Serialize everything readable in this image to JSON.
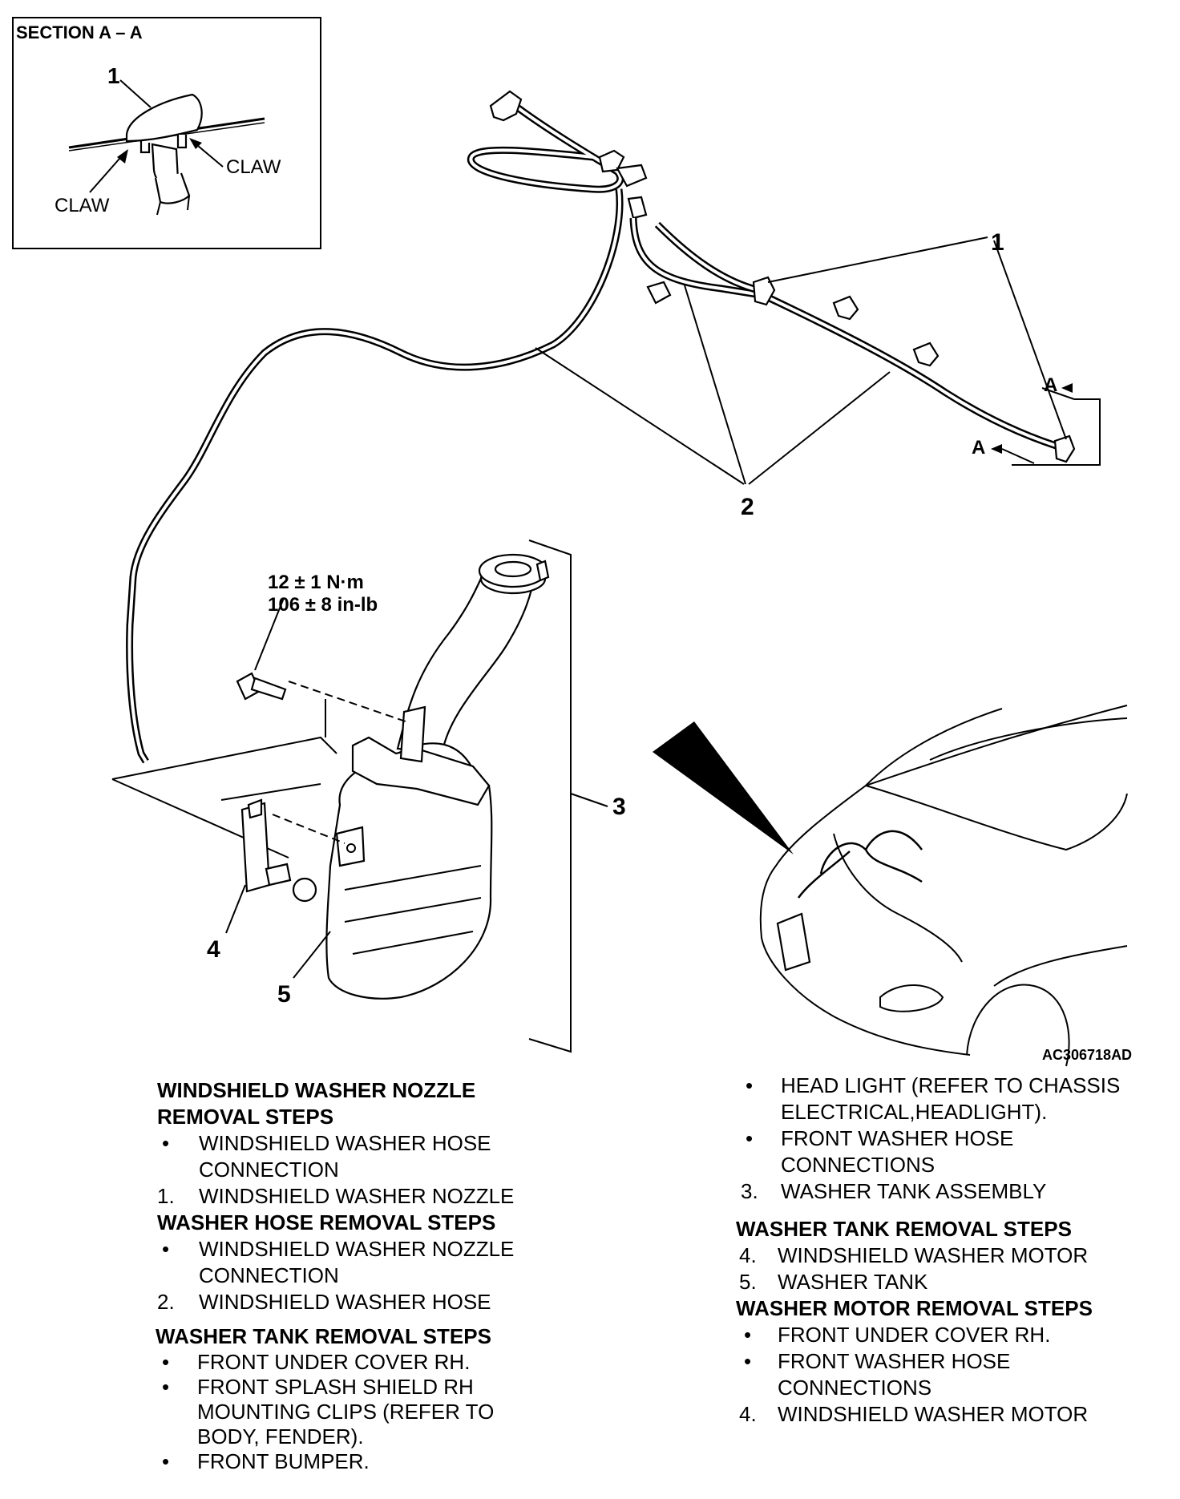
{
  "inset": {
    "title": "SECTION A – A",
    "callout": "1",
    "claw_right": "CLAW",
    "claw_left": "CLAW"
  },
  "callouts": {
    "nozzle": "1",
    "hose": "2",
    "tank_assembly": "3",
    "motor": "4",
    "tank": "5",
    "section_a_top": "A",
    "section_a_bottom": "A"
  },
  "torque": {
    "metric": "12 ± 1 N·m",
    "imperial": "106 ± 8 in-lb"
  },
  "figure_code": "AC306718AD",
  "left_column": {
    "nozzle_heading_1": "WINDSHIELD WASHER NOZZLE",
    "nozzle_heading_2": "REMOVAL STEPS",
    "nozzle_steps": [
      {
        "mark": "•",
        "lines": [
          "WINDSHIELD WASHER HOSE",
          "CONNECTION"
        ]
      },
      {
        "mark": "1.",
        "lines": [
          "WINDSHIELD WASHER NOZZLE"
        ]
      }
    ],
    "hose_heading": "WASHER HOSE REMOVAL STEPS",
    "hose_steps": [
      {
        "mark": "•",
        "lines": [
          "WINDSHIELD WASHER NOZZLE",
          "CONNECTION"
        ]
      },
      {
        "mark": "2.",
        "lines": [
          "WINDSHIELD WASHER HOSE"
        ]
      }
    ],
    "tank_heading": "WASHER TANK REMOVAL STEPS",
    "tank_steps": [
      {
        "mark": "•",
        "lines": [
          "FRONT UNDER COVER RH."
        ]
      },
      {
        "mark": "•",
        "lines": [
          "FRONT SPLASH SHIELD RH",
          "MOUNTING CLIPS (REFER TO",
          "BODY, FENDER)."
        ]
      },
      {
        "mark": "•",
        "lines": [
          "FRONT BUMPER."
        ]
      }
    ]
  },
  "right_column": {
    "cont_steps": [
      {
        "mark": "•",
        "lines": [
          "HEAD LIGHT (REFER TO CHASSIS",
          "ELECTRICAL,HEADLIGHT)."
        ]
      },
      {
        "mark": "•",
        "lines": [
          "FRONT WASHER HOSE",
          "CONNECTIONS"
        ]
      },
      {
        "mark": "3.",
        "lines": [
          "WASHER TANK ASSEMBLY"
        ]
      }
    ],
    "tank_heading": "WASHER TANK REMOVAL STEPS",
    "tank_steps": [
      {
        "mark": "4.",
        "lines": [
          "WINDSHIELD WASHER MOTOR"
        ]
      },
      {
        "mark": "5.",
        "lines": [
          "WASHER TANK"
        ]
      }
    ],
    "motor_heading": "WASHER MOTOR REMOVAL STEPS",
    "motor_steps": [
      {
        "mark": "•",
        "lines": [
          "FRONT UNDER COVER RH."
        ]
      },
      {
        "mark": "•",
        "lines": [
          "FRONT WASHER HOSE",
          "CONNECTIONS"
        ]
      },
      {
        "mark": "4.",
        "lines": [
          "WINDSHIELD WASHER MOTOR"
        ]
      }
    ]
  }
}
